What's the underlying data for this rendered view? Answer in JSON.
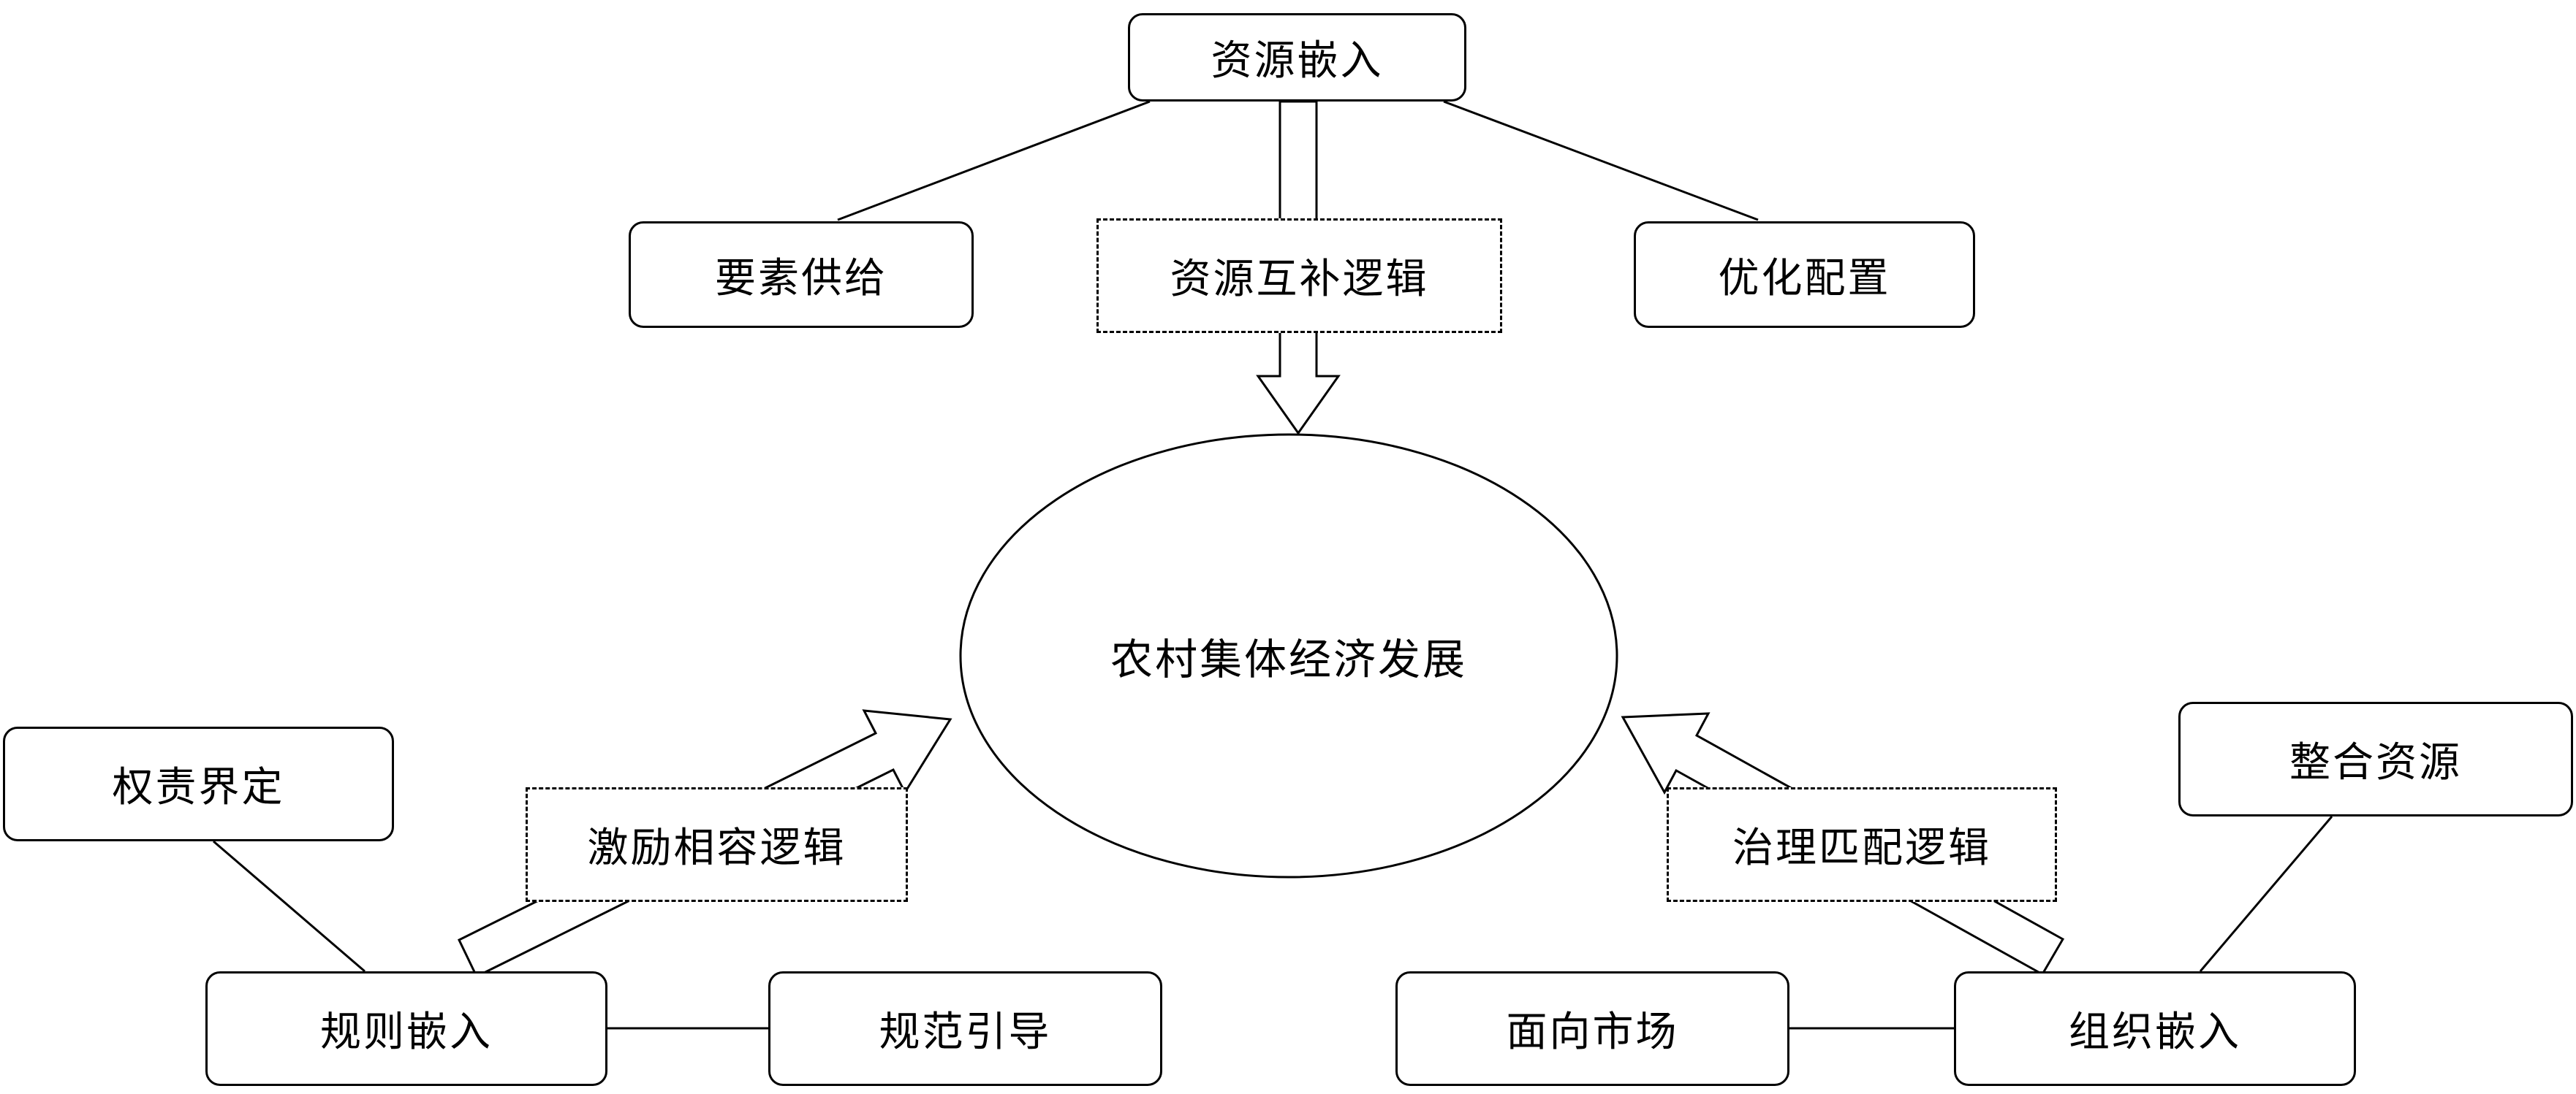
{
  "nodes": {
    "resource_embedding": "资源嵌入",
    "factor_supply": "要素供给",
    "resource_complementarity_logic": "资源互补逻辑",
    "optimized_allocation": "优化配置",
    "center_ellipse": "农村集体经济发展",
    "rights_definition": "权责界定",
    "incentive_compatibility_logic": "激励相容逻辑",
    "rule_embedding": "规则嵌入",
    "normative_guidance": "规范引导",
    "market_oriented": "面向市场",
    "organization_embedding": "组织嵌入",
    "governance_matching_logic": "治理匹配逻辑",
    "integrate_resources": "整合资源"
  },
  "colors": {
    "stroke": "#000000",
    "background": "#ffffff"
  }
}
